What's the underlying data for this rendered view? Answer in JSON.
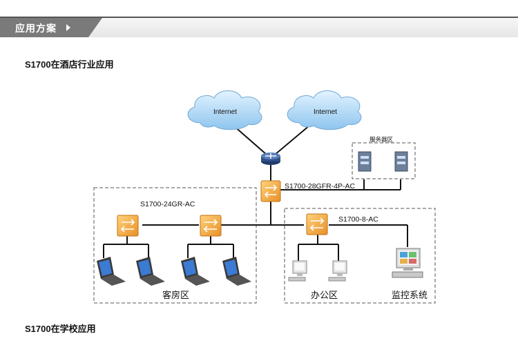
{
  "section": {
    "title": "应用方案"
  },
  "headings": {
    "hotel": "S1700在酒店行业应用",
    "school": "S1700在学校应用"
  },
  "diagram": {
    "clouds": [
      "Internet",
      "Internet"
    ],
    "core_switch": "S1700-28GFR-4P-AC",
    "guest_switch": "S1700-24GR-AC",
    "office_switch": "S1700-8-AC",
    "server_zone": "服务器区",
    "guest_zone": "客房区",
    "office_zone": "办公区",
    "monitor_zone": "监控系统"
  },
  "colors": {
    "switch": "#f0a830",
    "cloud": "#a9d4f2",
    "router": "#2f4f86",
    "line": "#111111",
    "section_tab": "#7a7a7a"
  }
}
